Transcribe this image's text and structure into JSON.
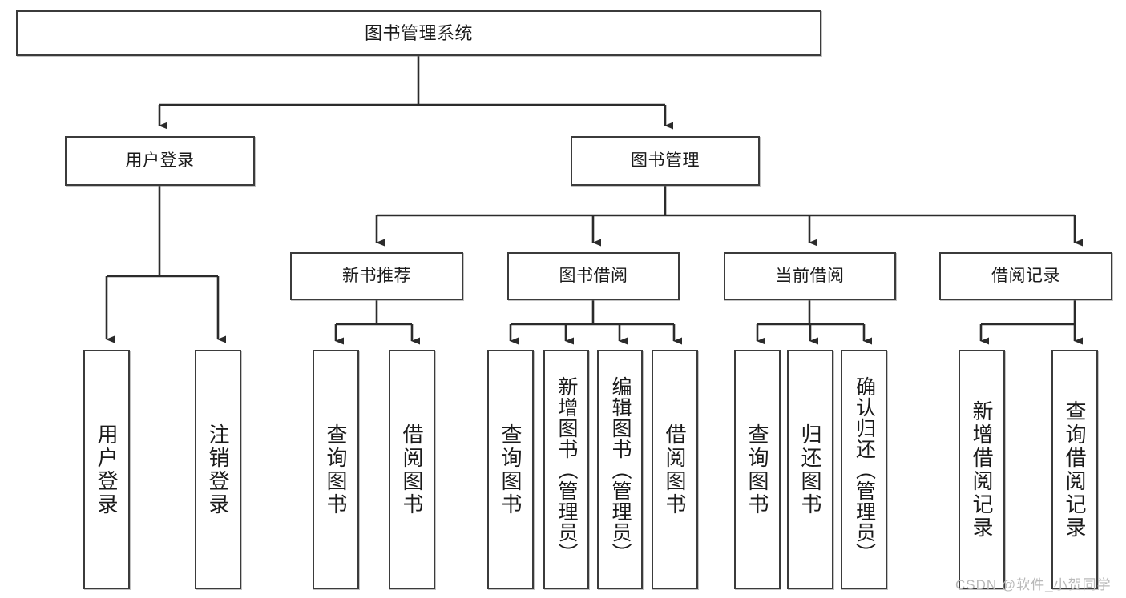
{
  "diagram": {
    "type": "tree-hierarchy-chart",
    "title_text": "图书管理系统",
    "watermark": "CSDN @软件_小贺同学",
    "colors": {
      "box_border": "#3b3b3b",
      "box_fill": "#ffffff",
      "connector": "#2b2b2b",
      "background": "#ffffff",
      "watermark": "#b9b9b9"
    },
    "levels": {
      "level1": [
        "图书管理系统"
      ],
      "level2": [
        "用户登录",
        "图书管理"
      ],
      "level3": [
        "新书推荐",
        "图书借阅",
        "当前借阅",
        "借阅记录"
      ],
      "level4": [
        "用户登录",
        "注销登录",
        "查询图书",
        "借阅图书",
        "查询图书",
        "新增图书（管理员）",
        "编辑图书（管理员）",
        "借阅图书",
        "查询图书",
        "归还图书",
        "确认归还（管理员）",
        "新增借阅记录",
        "查询借阅记录"
      ]
    },
    "nodes": {
      "root": {
        "label": "图书管理系统"
      },
      "user_login": {
        "label": "用户登录"
      },
      "book_manage": {
        "label": "图书管理"
      },
      "new_book_rec": {
        "label": "新书推荐"
      },
      "book_borrow": {
        "label": "图书借阅"
      },
      "current_borrow": {
        "label": "当前借阅"
      },
      "borrow_record": {
        "label": "借阅记录"
      },
      "leaf_user_login": {
        "label": "用户登录"
      },
      "leaf_logout": {
        "label": "注销登录"
      },
      "leaf_query_book_1": {
        "label": "查询图书"
      },
      "leaf_borrow_book_1": {
        "label": "借阅图书"
      },
      "leaf_query_book_2": {
        "label": "查询图书"
      },
      "leaf_add_book_admin": {
        "label": "新增图书（管理员）"
      },
      "leaf_edit_book_admin": {
        "label": "编辑图书（管理员）"
      },
      "leaf_borrow_book_2": {
        "label": "借阅图书"
      },
      "leaf_query_book_3": {
        "label": "查询图书"
      },
      "leaf_return_book": {
        "label": "归还图书"
      },
      "leaf_confirm_return_admin": {
        "label": "确认归还（管理员）"
      },
      "leaf_add_record": {
        "label": "新增借阅记录"
      },
      "leaf_query_record": {
        "label": "查询借阅记录"
      }
    }
  }
}
